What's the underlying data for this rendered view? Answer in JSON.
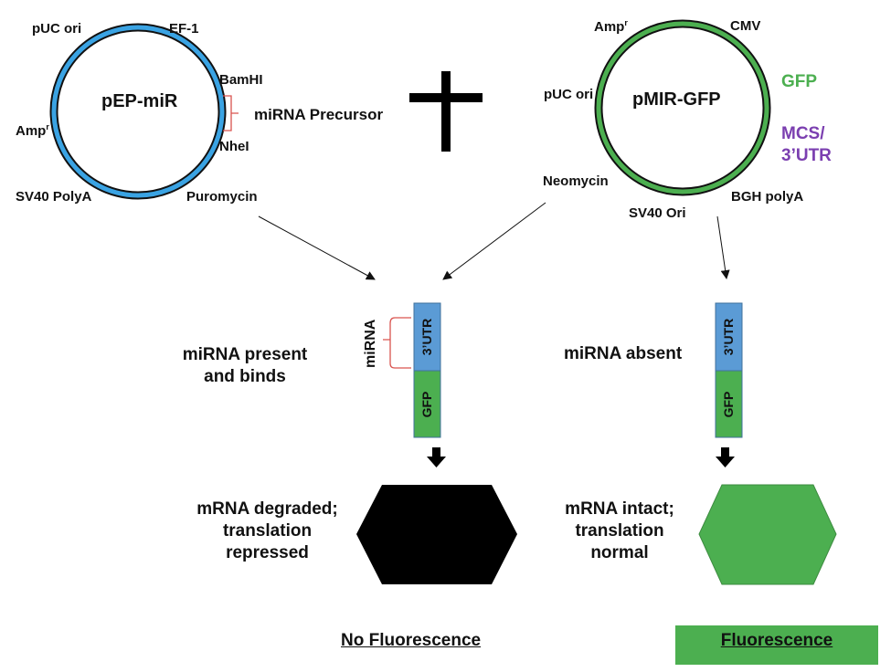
{
  "plasmid_left": {
    "name": "pEP-miR",
    "ring_color": "#3aa3e3",
    "labels": {
      "puc_ori": "pUC ori",
      "ef1": "EF-1",
      "bamhi": "BamHI",
      "nhei": "NheI",
      "amp": "Amp",
      "amp_sup": "r",
      "sv40": "SV40 PolyA",
      "puro": "Puromycin"
    },
    "insert_label": "miRNA Precursor"
  },
  "plasmid_right": {
    "name": "pMIR-GFP",
    "ring_color": "#4caf50",
    "labels": {
      "amp": "Amp",
      "amp_sup": "r",
      "cmv": "CMV",
      "puc_ori": "pUC ori",
      "neo": "Neomycin",
      "sv40": "SV40 Ori",
      "bgh": "BGH polyA",
      "gfp": "GFP",
      "mcs": "MCS/",
      "utr": "3’UTR"
    },
    "gfp_color": "#4caf50",
    "mcs_color": "#7b3fb0"
  },
  "left_path": {
    "condition": "miRNA present and binds",
    "mirna_label": "miRNA",
    "utr_label": "3’UTR",
    "gfp_label": "GFP",
    "outcome": "mRNA degraded; translation repressed",
    "result": "No Fluorescence",
    "protein_color": "#000000"
  },
  "right_path": {
    "condition": "miRNA absent",
    "utr_label": "3’UTR",
    "gfp_label": "GFP",
    "outcome": "mRNA intact; translation normal",
    "result": "Fluorescence",
    "protein_color": "#4caf50"
  },
  "colors": {
    "utr": "#5b9bd5",
    "gfp": "#4caf50",
    "bracket": "#d9534f"
  }
}
